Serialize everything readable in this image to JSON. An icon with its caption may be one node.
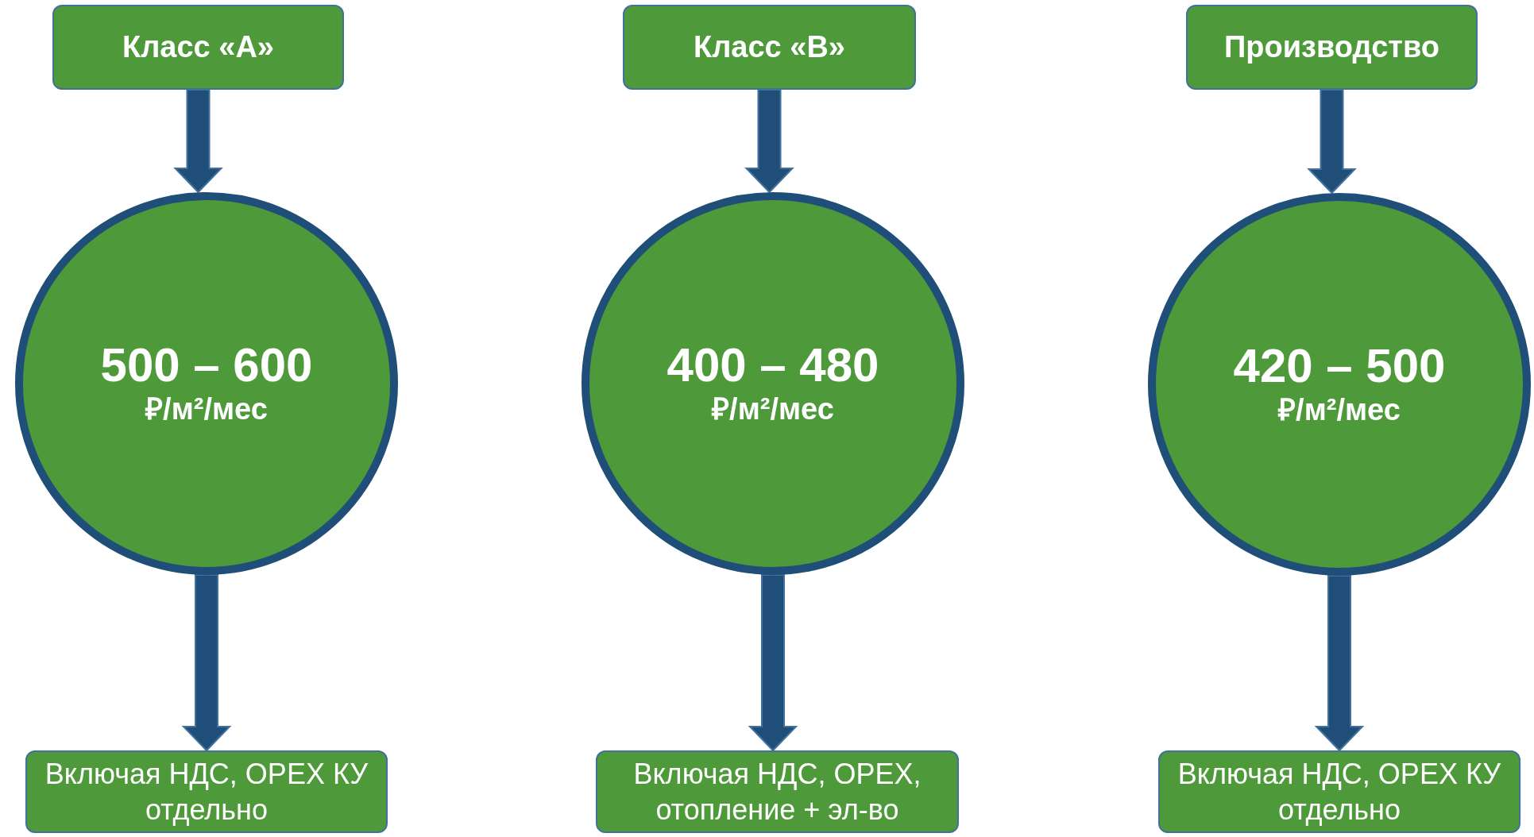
{
  "diagram": {
    "nodes": [
      {
        "text": [
          "Класс «А»"
        ]
      },
      {
        "text": [
          "Класс «В»"
        ]
      },
      {
        "text": [
          "Производство"
        ]
      },
      {
        "text": [
          "500 – 600",
          "₽/м²/мес"
        ]
      },
      {
        "text": [
          "400 – 480",
          "₽/м²/мес"
        ]
      },
      {
        "text": [
          "420 – 500",
          "₽/м²/мес"
        ]
      },
      {
        "text": [
          "Включая НДС, OPEX КУ отдельно"
        ]
      },
      {
        "text": [
          "Включая НДС, OPEX, отопление + эл-во"
        ]
      },
      {
        "text": [
          "Включая НДС, OPEX КУ отдельно"
        ]
      }
    ],
    "edges": [
      {
        "from": 0,
        "to": 3,
        "arrow": "to"
      },
      {
        "from": 1,
        "to": 4,
        "arrow": "to"
      },
      {
        "from": 2,
        "to": 5,
        "arrow": "to"
      },
      {
        "from": 3,
        "to": 6,
        "arrow": "to"
      },
      {
        "from": 4,
        "to": 7,
        "arrow": "to"
      },
      {
        "from": 5,
        "to": 8,
        "arrow": "to"
      }
    ]
  }
}
